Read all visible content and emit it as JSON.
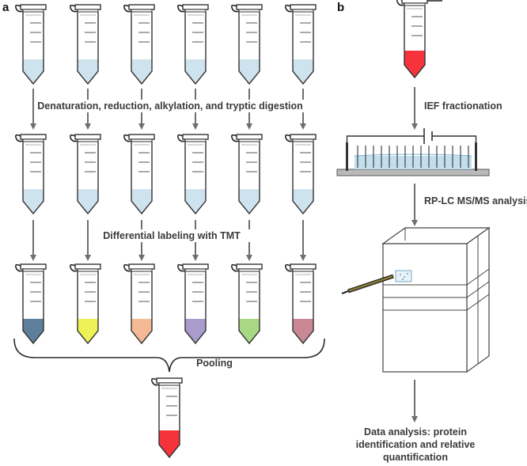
{
  "panels": {
    "a": "a",
    "b": "b"
  },
  "steps": {
    "digestion": "Denaturation, reduction, alkylation, and tryptic digestion",
    "labeling": "Differential labeling with TMT",
    "pooling": "Pooling",
    "ief": "IEF fractionation",
    "rplc": "RP-LC MS/MS analysis",
    "analysis_line1": "Data analysis: protein",
    "analysis_line2": "identification and relative",
    "analysis_line3": "quantification"
  },
  "colors": {
    "liquid_plain": "#cfe3ef",
    "pooled_sample": "#f4333a",
    "tmt_labels": [
      "#5d7f9c",
      "#eef257",
      "#f5b996",
      "#a99bcc",
      "#a9d884",
      "#c98893"
    ],
    "arrow": "#6e6e6e",
    "ief_gel": "#c3dfee",
    "instrument": "#ffffff",
    "probe": "#6b5d2f"
  },
  "icons": {
    "tube": "centrifuge-tube-icon",
    "arrow": "down-arrow-icon",
    "gel": "ief-gel-strip-icon",
    "instrument": "mass-spectrometer-icon"
  }
}
